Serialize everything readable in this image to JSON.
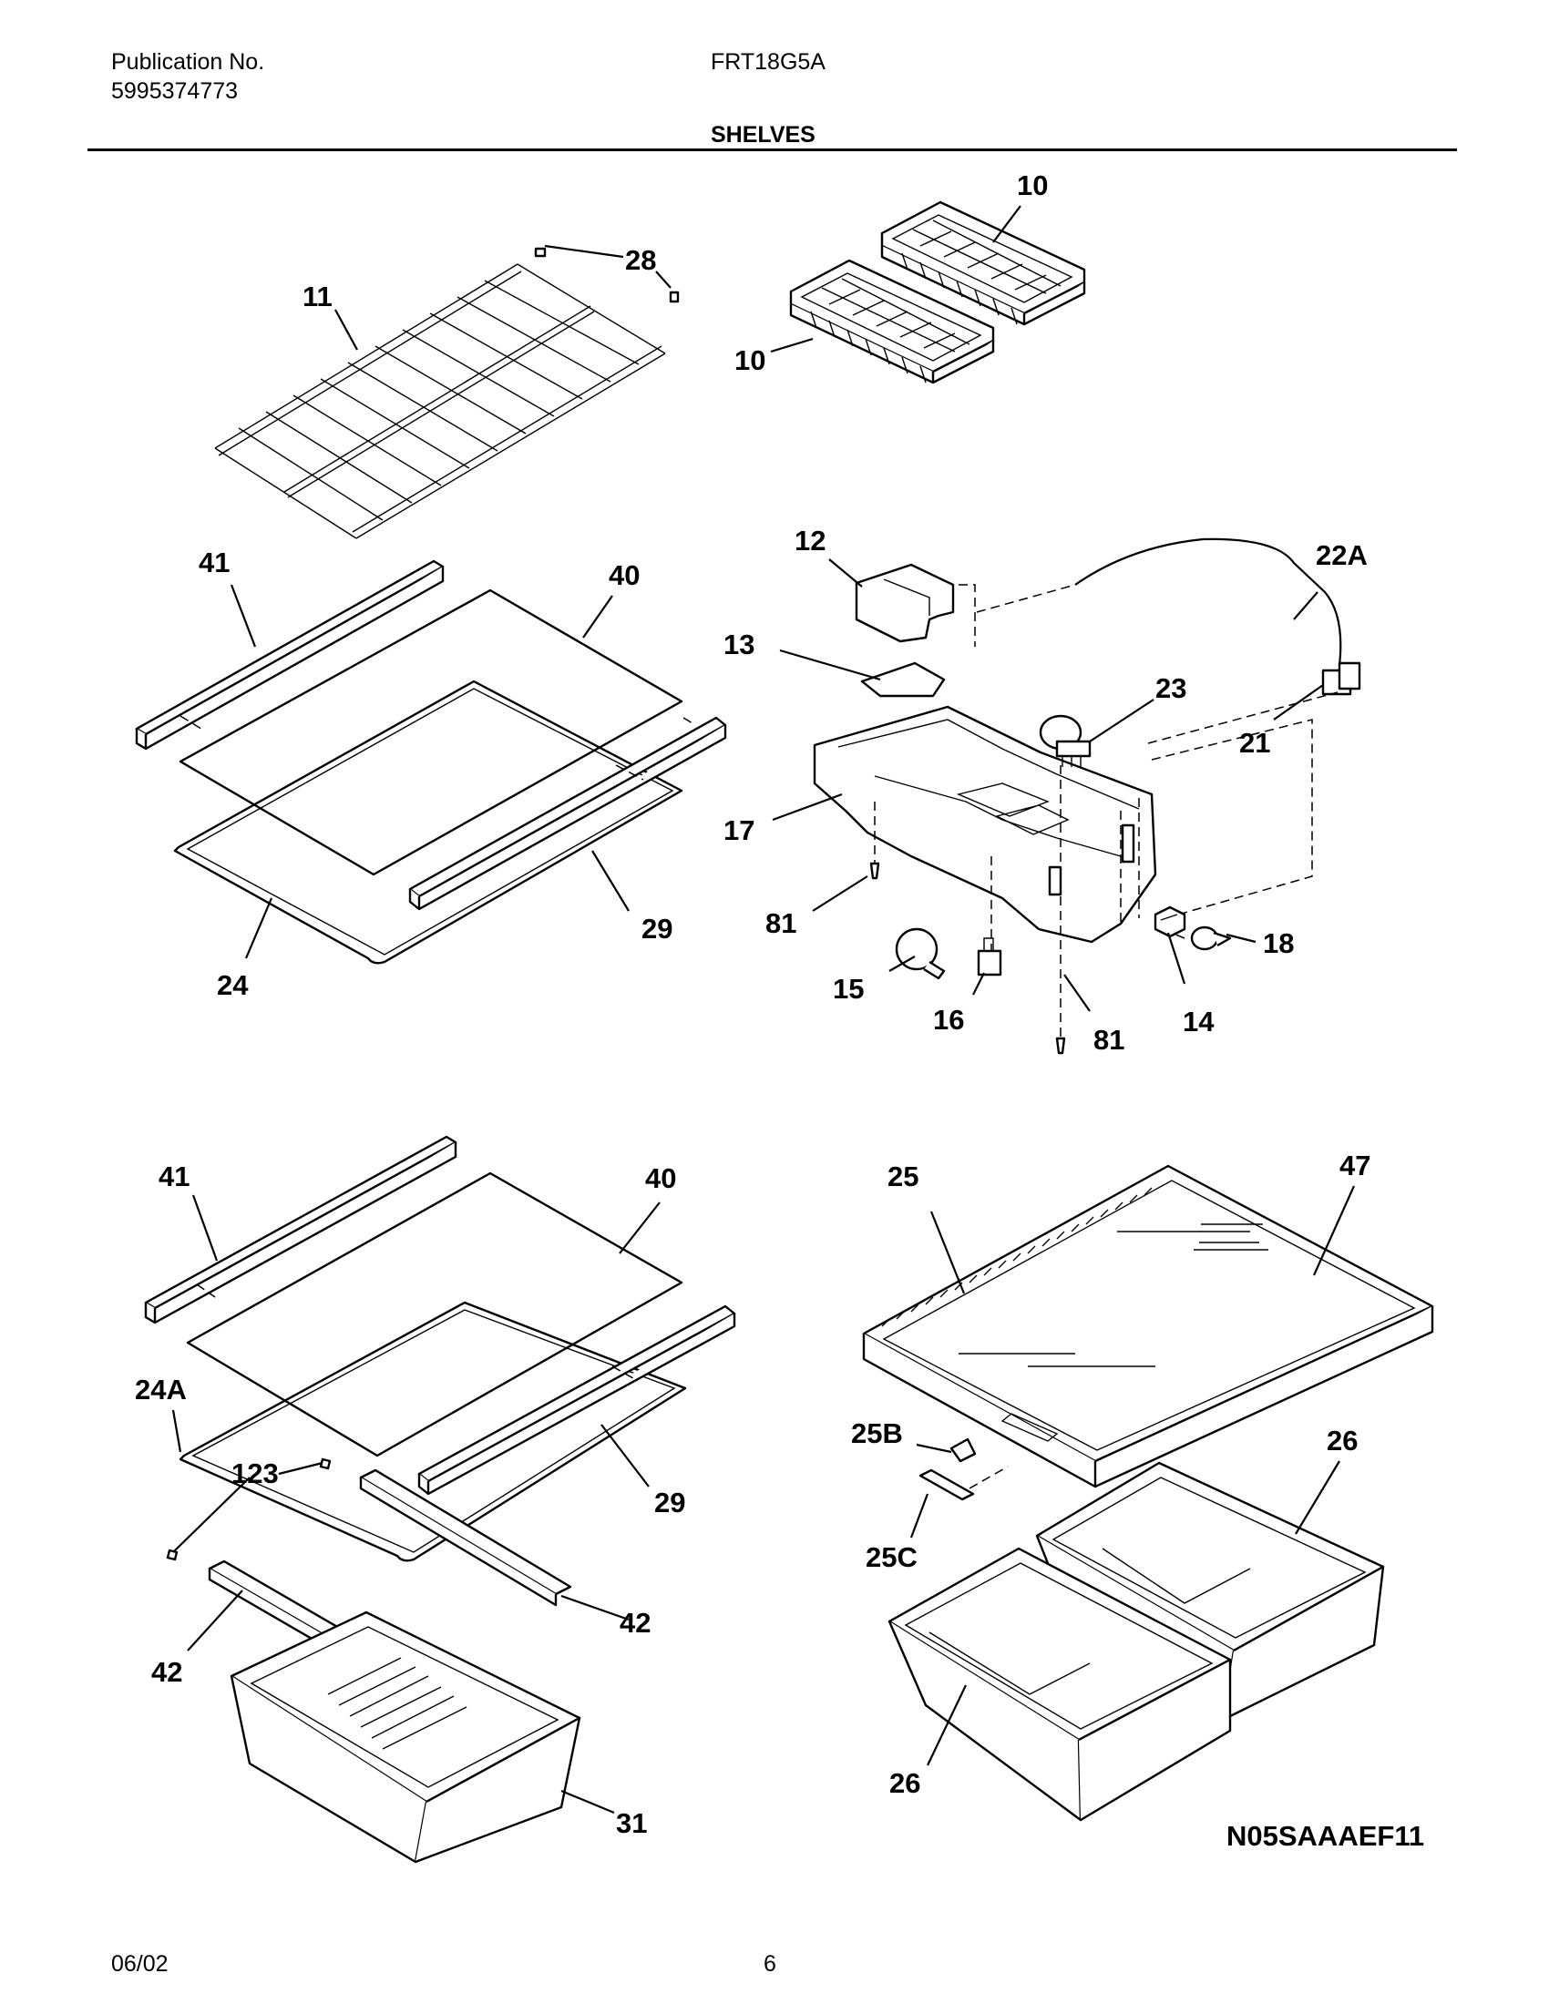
{
  "header": {
    "publication_label": "Publication No.",
    "publication_number": "5995374773",
    "model": "FRT18G5A",
    "section_title": "SHELVES"
  },
  "footer": {
    "date": "06/02",
    "page_number": "6"
  },
  "diagram_code": "N05SAAAEF11",
  "callouts": {
    "c10a": "10",
    "c10b": "10",
    "c28": "28",
    "c11": "11",
    "c41a": "41",
    "c40a": "40",
    "c29a": "29",
    "c24": "24",
    "c12": "12",
    "c13": "13",
    "c17": "17",
    "c81a": "81",
    "c15": "15",
    "c16": "16",
    "c81b": "81",
    "c14": "14",
    "c18": "18",
    "c21": "21",
    "c22a": "22A",
    "c23": "23",
    "c41b": "41",
    "c40b": "40",
    "c24a": "24A",
    "c123": "123",
    "c29b": "29",
    "c42a": "42",
    "c42b": "42",
    "c31": "31",
    "c25": "25",
    "c47": "47",
    "c25b": "25B",
    "c25c": "25C",
    "c26a": "26",
    "c26b": "26"
  }
}
